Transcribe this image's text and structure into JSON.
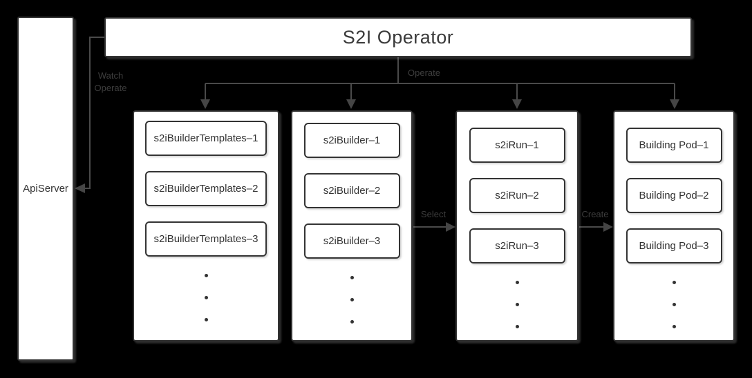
{
  "operator": {
    "label": "S2I Operator"
  },
  "api_server": {
    "label": "ApiServer"
  },
  "edges": {
    "watch_operate": {
      "lines": [
        "Watch",
        "Operate"
      ]
    },
    "operate": {
      "label": "Operate"
    },
    "select": {
      "label": "Select"
    },
    "create": {
      "label": "Create"
    }
  },
  "groups": [
    {
      "name": "s2i-builder-templates",
      "dots": 3,
      "items": [
        "s2iBuilderTemplates–1",
        "s2iBuilderTemplates–2",
        "s2iBuilderTemplates–3"
      ]
    },
    {
      "name": "s2i-builder",
      "dots": 3,
      "items": [
        "s2iBuilder–1",
        "s2iBuilder–2",
        "s2iBuilder–3"
      ]
    },
    {
      "name": "s2i-run",
      "dots": 3,
      "items": [
        "s2iRun–1",
        "s2iRun–2",
        "s2iRun–3"
      ]
    },
    {
      "name": "building-pod",
      "dots": 3,
      "items": [
        "Building Pod–1",
        "Building Pod–2",
        "Building Pod–3"
      ]
    }
  ],
  "colors": {
    "background": "#000000",
    "box_background": "#ffffff",
    "box_border": "#333333",
    "box_text": "#333333",
    "connector": "#4a4a4a",
    "dim_label": "#3e3e3e"
  }
}
